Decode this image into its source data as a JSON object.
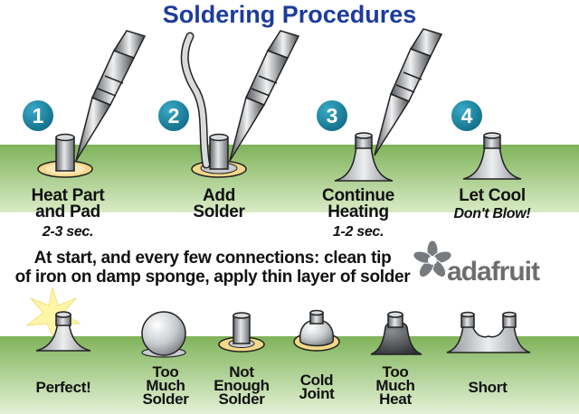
{
  "title": "Soldering Procedures",
  "steps": [
    {
      "number": "1",
      "line1": "Heat Part",
      "line2": "and Pad",
      "sub": "2-3 sec."
    },
    {
      "number": "2",
      "line1": "Add",
      "line2": "Solder",
      "sub": ""
    },
    {
      "number": "3",
      "line1": "Continue",
      "line2": "Heating",
      "sub": "1-2 sec."
    },
    {
      "number": "4",
      "line1": "Let Cool",
      "line2": "",
      "sub": "Don't Blow!"
    }
  ],
  "tip": {
    "line1": "At start, and every few connections: clean tip",
    "line2": "of iron on damp sponge, apply thin layer of solder"
  },
  "logo": {
    "text": "adafruit",
    "icon": "adafruit-star-icon"
  },
  "results": [
    {
      "line1": "Perfect!",
      "line2": "",
      "line3": ""
    },
    {
      "line1": "Too",
      "line2": "Much",
      "line3": "Solder"
    },
    {
      "line1": "Not",
      "line2": "Enough",
      "line3": "Solder"
    },
    {
      "line1": "Cold",
      "line2": "Joint",
      "line3": ""
    },
    {
      "line1": "Too",
      "line2": "Much",
      "line3": "Heat"
    },
    {
      "line1": "Short",
      "line2": "",
      "line3": ""
    }
  ],
  "colors": {
    "title": "#1c3c9c",
    "badge": "#1a7f9a",
    "board": "#82b35e",
    "pad": "#f2d88a",
    "solder": "#c9cccf"
  }
}
